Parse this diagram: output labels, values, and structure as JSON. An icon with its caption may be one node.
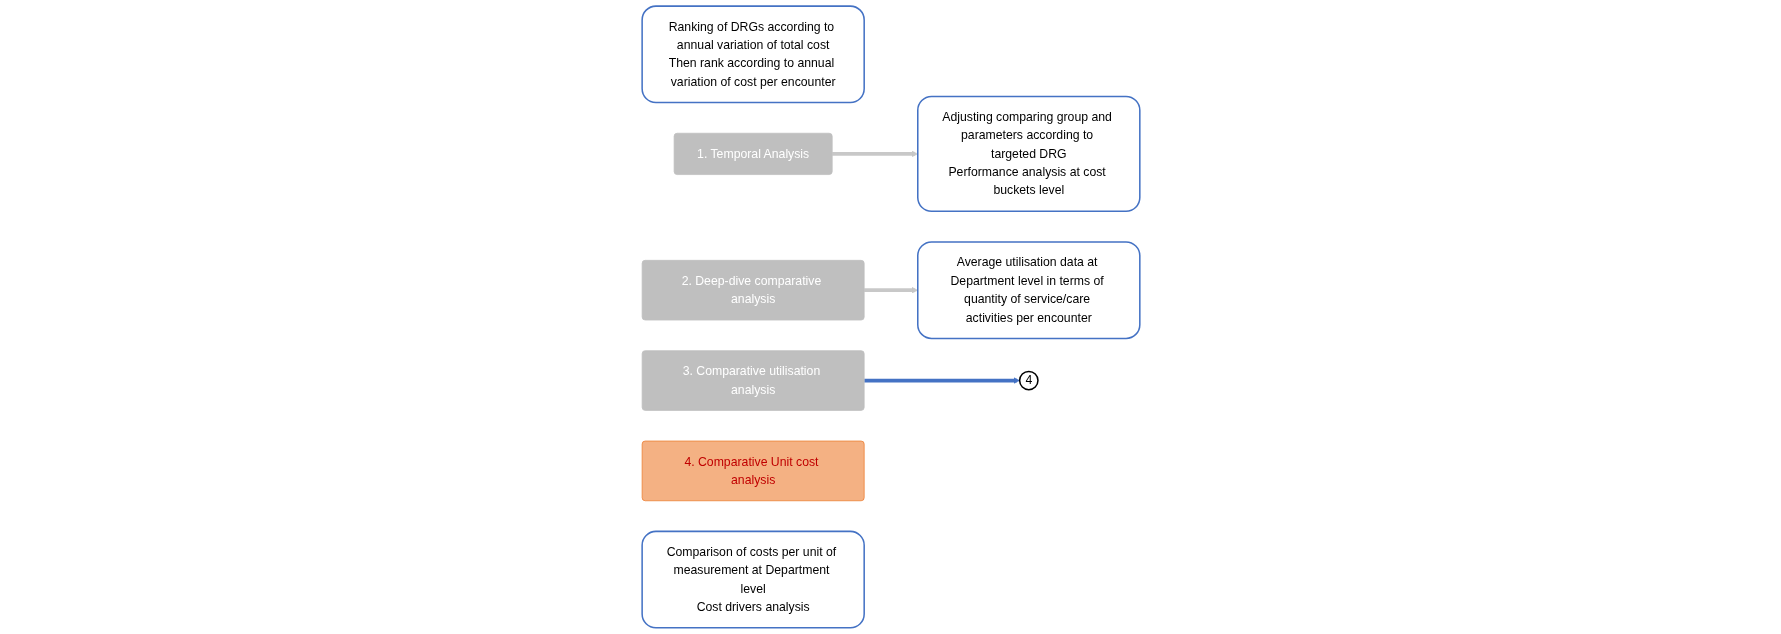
{
  "diagram": {
    "nodes": [
      {
        "text": [
          "Ranking of DRGs according to annual variation of total cost",
          "Then rank according to annual variation of cost per encounter"
        ]
      },
      {
        "text": [
          "1. Temporal Analysis"
        ]
      },
      {
        "text": [
          "2. Deep-dive comparative analysis"
        ]
      },
      {
        "text": [
          "Adjusting comparing group and parameters according to targeted DRG",
          "Performance analysis at cost buckets level"
        ]
      },
      {
        "text": [
          "Average utilisation data at Department level in terms of quantity of service/care activities per encounter"
        ]
      },
      {
        "text": [
          "3. Comparative utilisation analysis"
        ]
      },
      {
        "text": [
          "4. Comparative Unit cost analysis"
        ]
      },
      {
        "text": [
          "Comparison of costs per unit of measurement at Department level",
          "Cost drivers analysis"
        ]
      },
      {
        "text": [
          "4"
        ]
      }
    ],
    "edges": [
      {
        "from": 1,
        "to": 3,
        "arrow": "to"
      },
      {
        "from": 2,
        "to": 4,
        "arrow": "to"
      },
      {
        "from": 5,
        "to": 8,
        "arrow": "to",
        "color": "#4472c4"
      }
    ]
  }
}
